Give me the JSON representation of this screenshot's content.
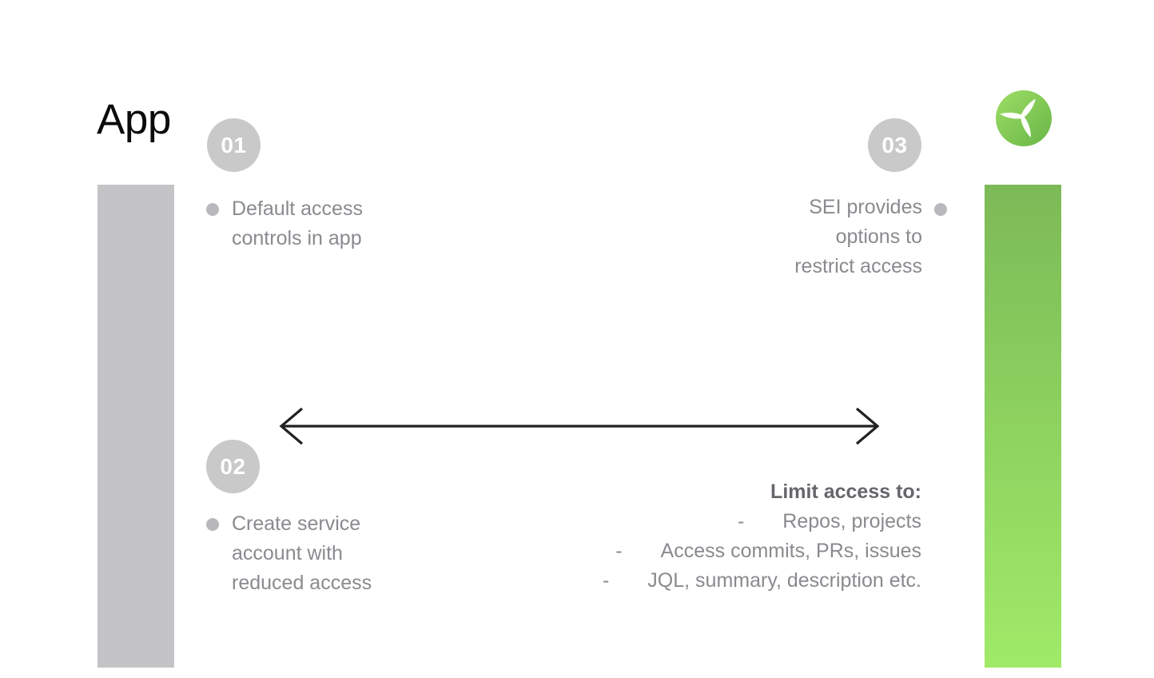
{
  "title": "App",
  "logo": {
    "icon": "propeller-icon"
  },
  "steps": [
    {
      "number": "01",
      "lines": [
        "Default access",
        "controls in app"
      ]
    },
    {
      "number": "02",
      "lines": [
        "Create service",
        "account with",
        "reduced access"
      ]
    },
    {
      "number": "03",
      "lines": [
        "SEI provides",
        "options to",
        "restrict access"
      ]
    }
  ],
  "limit_list": {
    "heading": "Limit access to:",
    "dash": "-",
    "items": [
      "Repos, projects",
      "Access commits, PRs, issues",
      "JQL, summary, description etc."
    ]
  },
  "colors": {
    "bg": "#ffffff",
    "title": "#0b0b0b",
    "gray-bar": "#c4c4c6",
    "green-top": "#7cba57",
    "green-bottom": "#a0ea68",
    "badge": "#c9c9ca",
    "badge-text": "#ffffff",
    "body-text": "#8a8a8f",
    "bullet": "#b9b9bd",
    "heading-bold": "#66666b",
    "arrow": "#212121",
    "logo-light": "#9edd66",
    "logo-dark": "#68b647"
  }
}
